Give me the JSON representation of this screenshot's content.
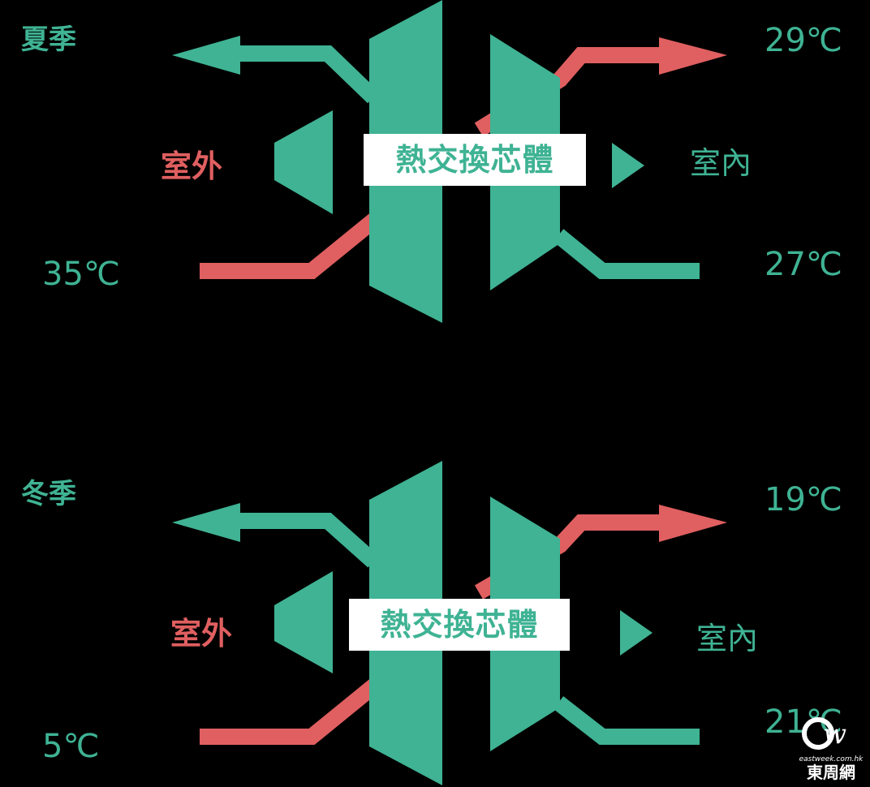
{
  "colors": {
    "teal": "#3fb394",
    "red": "#e05f60",
    "background": "#000000",
    "label_bg": "#ffffff"
  },
  "summer": {
    "season": "夏季",
    "outdoor_label": "室外",
    "indoor_label": "室內",
    "core_label": "熱交換芯體",
    "outdoor_temp": "35℃",
    "supply_temp": "29℃",
    "return_temp": "27℃"
  },
  "winter": {
    "season": "冬季",
    "outdoor_label": "室外",
    "indoor_label": "室內",
    "core_label": "熱交換芯體",
    "outdoor_temp": "5℃",
    "supply_temp": "19℃",
    "return_temp": "21℃"
  },
  "logo": {
    "url": "eastweek.com.hk",
    "name": "東周網"
  }
}
